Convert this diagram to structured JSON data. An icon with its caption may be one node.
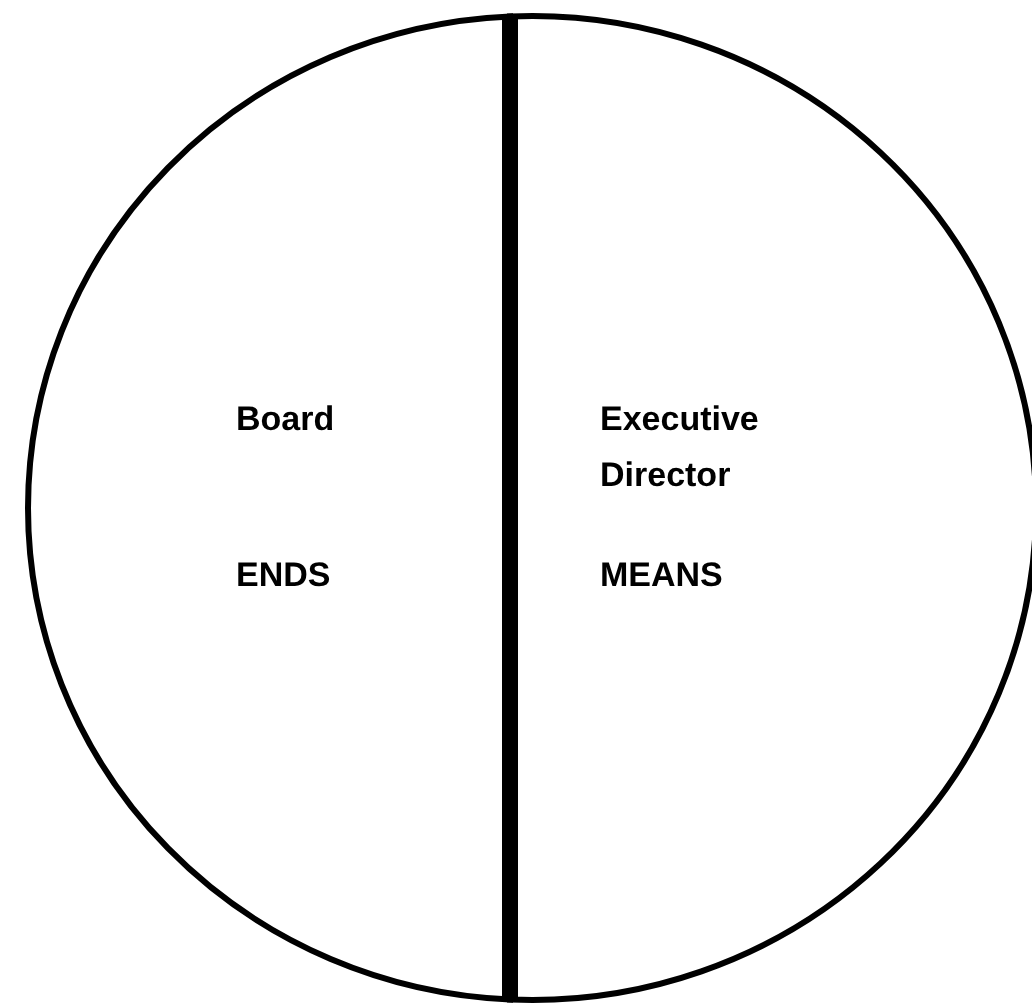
{
  "diagram": {
    "nodes": [
      {
        "text": [
          "Board",
          "ENDS"
        ]
      },
      {
        "text": [
          "Executive Director",
          "MEANS"
        ]
      }
    ]
  }
}
